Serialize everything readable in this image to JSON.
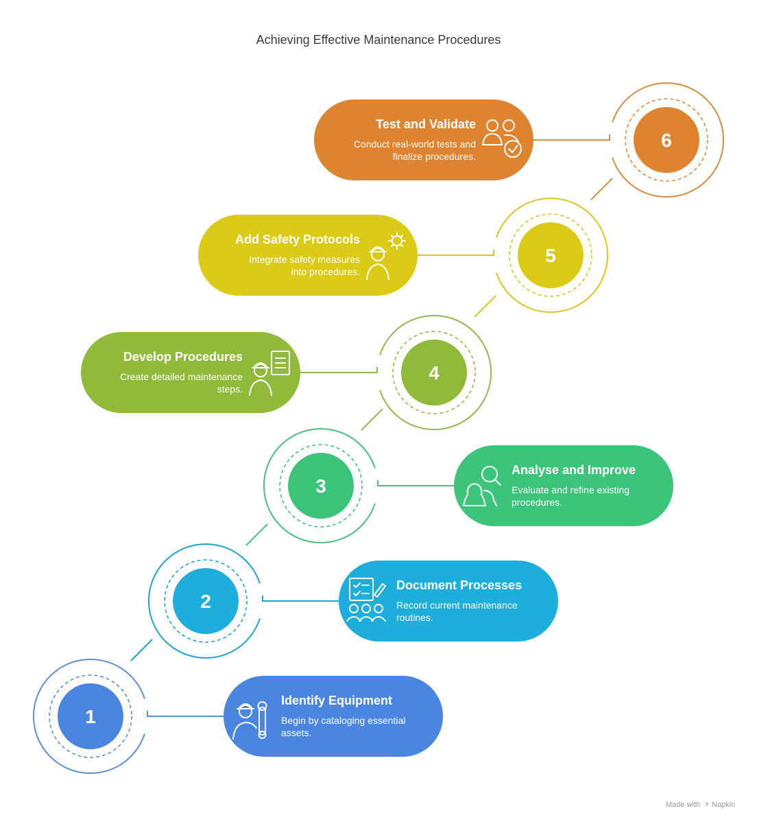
{
  "title": "Achieving Effective Maintenance Procedures",
  "steps": [
    {
      "number": "1",
      "title": "Identify Equipment",
      "description_lines": [
        "Begin by cataloging essential",
        "assets."
      ],
      "color": "#4a86e0",
      "ring_color": "#5a8fd8",
      "icon": "worker-wrench-icon"
    },
    {
      "number": "2",
      "title": "Document Processes",
      "description_lines": [
        "Record current maintenance",
        "routines."
      ],
      "color": "#1daedb",
      "ring_color": "#1aa6d1",
      "icon": "checklist-team-icon"
    },
    {
      "number": "3",
      "title": "Analyse and Improve",
      "description_lines": [
        "Evaluate and refine existing",
        "procedures."
      ],
      "color": "#3cc47a",
      "ring_color": "#45c07e",
      "icon": "people-magnifier-icon"
    },
    {
      "number": "4",
      "title": "Develop Procedures",
      "description_lines": [
        "Create detailed maintenance",
        "steps."
      ],
      "color": "#8fba3a",
      "ring_color": "#94b947",
      "icon": "worker-clipboard-icon"
    },
    {
      "number": "5",
      "title": "Add Safety Protocols",
      "description_lines": [
        "Integrate safety measures",
        "into procedures."
      ],
      "color": "#dccb16",
      "ring_color": "#d8c81f",
      "icon": "worker-gear-icon"
    },
    {
      "number": "6",
      "title": "Test and Validate",
      "description_lines": [
        "Conduct real-world tests and",
        "finalize procedures."
      ],
      "color": "#de8430",
      "ring_color": "#d98c3d",
      "icon": "users-check-icon"
    }
  ],
  "footer": {
    "made_with": "Made with",
    "brand": "Napkin"
  }
}
